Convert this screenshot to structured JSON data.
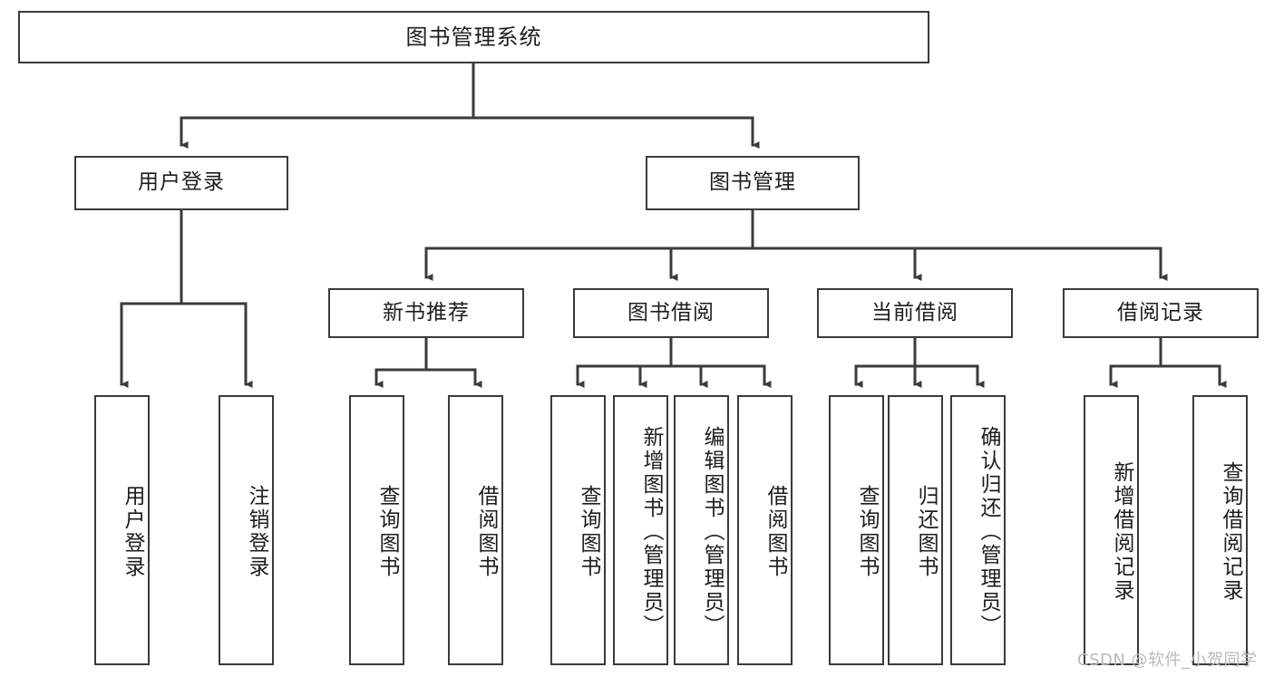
{
  "diagram": {
    "type": "tree-hierarchy-diagram",
    "title": "图书管理系统",
    "colors": {
      "box_border": "#3b3b3b",
      "box_fill": "#ffffff",
      "edge": "#3b3b3b",
      "text": "#1d1d1d",
      "watermark": "#b9b9b9",
      "background": "#ffffff"
    },
    "nodes": {
      "root": {
        "label": "图书管理系统"
      },
      "level2": [
        {
          "label": "用户登录"
        },
        {
          "label": "图书管理"
        }
      ],
      "level3": [
        {
          "label": "新书推荐"
        },
        {
          "label": "图书借阅"
        },
        {
          "label": "当前借阅"
        },
        {
          "label": "借阅记录"
        }
      ],
      "leaves_user_login": [
        {
          "label": "用户登录"
        },
        {
          "label": "注销登录"
        }
      ],
      "leaves_new_book": [
        {
          "label": "查询图书"
        },
        {
          "label": "借阅图书"
        }
      ],
      "leaves_borrow": [
        {
          "label": "查询图书"
        },
        {
          "label": "新增图书（管理员）"
        },
        {
          "label": "编辑图书（管理员）"
        },
        {
          "label": "借阅图书"
        }
      ],
      "leaves_current": [
        {
          "label": "查询图书"
        },
        {
          "label": "归还图书"
        },
        {
          "label": "确认归还（管理员）"
        }
      ],
      "leaves_records": [
        {
          "label": "新增借阅记录"
        },
        {
          "label": "查询借阅记录"
        }
      ]
    },
    "watermark": "CSDN @软件_小贺同学"
  }
}
